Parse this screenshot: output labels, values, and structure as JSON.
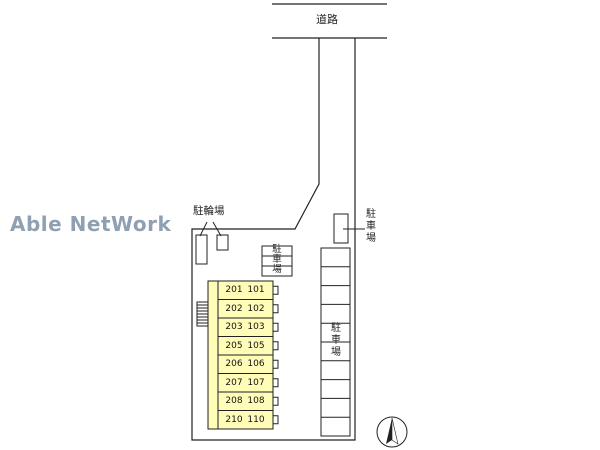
{
  "watermark": "Able NetWork",
  "road": "道路",
  "bicycle_parking": "駐輪場",
  "parking_labels": {
    "east_small": "駐車場",
    "center_small": "駐車場",
    "main_lot": "駐車場"
  },
  "units": [
    {
      "upper": "201",
      "lower": "101"
    },
    {
      "upper": "202",
      "lower": "102"
    },
    {
      "upper": "203",
      "lower": "103"
    },
    {
      "upper": "205",
      "lower": "105"
    },
    {
      "upper": "206",
      "lower": "106"
    },
    {
      "upper": "207",
      "lower": "107"
    },
    {
      "upper": "208",
      "lower": "108"
    },
    {
      "upper": "210",
      "lower": "110"
    }
  ],
  "colors": {
    "building_fill": "#fffcb8",
    "line": "#222222",
    "watermark": "#8fa0b3"
  },
  "icons": {
    "compass": "north-arrow-icon"
  }
}
